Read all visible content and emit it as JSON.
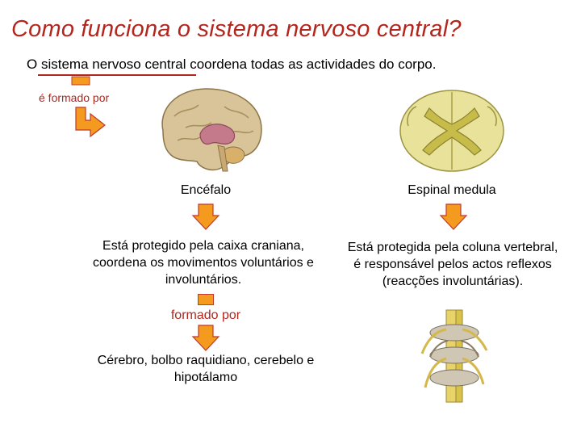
{
  "title": "Como funciona o sistema nervoso central?",
  "intro": {
    "highlight": "sistema nervoso central",
    "prefix": "O ",
    "suffix": " coordena todas as actividades do corpo."
  },
  "link_formed_by": "é formado por",
  "encefalo": {
    "label": "Encéfalo",
    "description": "Está protegido pela caixa craniana, coordena os movimentos voluntários e involuntários.",
    "link": "formado por",
    "parts": "Cérebro, bolbo raquidiano, cerebelo e hipotálamo"
  },
  "medula": {
    "label": "Espinal medula",
    "description": "Está protegida pela coluna vertebral, é responsável pelos actos reflexos (reacções involuntárias)."
  },
  "colors": {
    "title": "#b3261e",
    "arrow_fill": "#f39a1f",
    "arrow_stroke": "#c0392b",
    "underline": "#b3261e"
  },
  "icons": [
    "brain-illustration",
    "spinal-cord-section-illustration",
    "spine-nerves-illustration",
    "arrow-down-icon",
    "arrow-right-elbow-icon"
  ]
}
